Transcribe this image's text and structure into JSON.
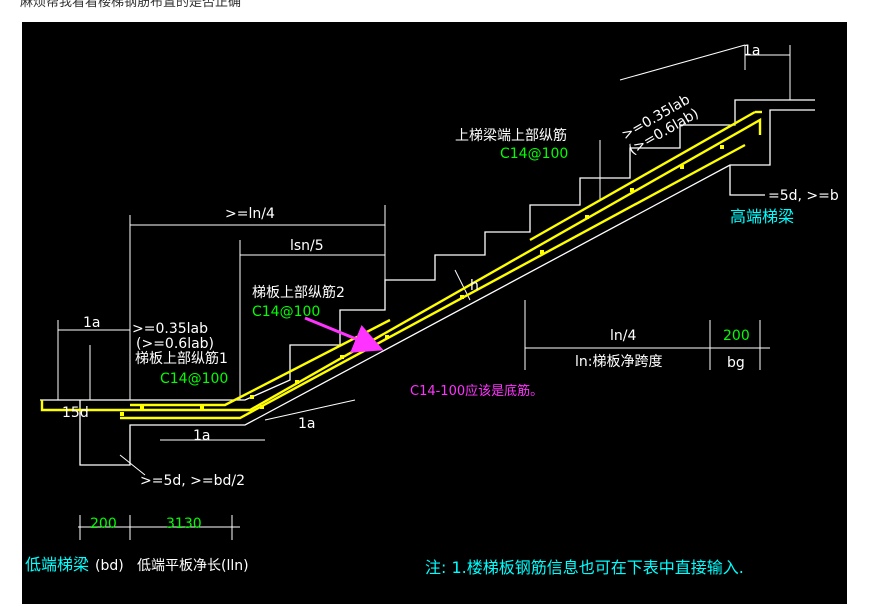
{
  "header": {
    "text": "麻烦帮我看看楼梯钢筋布置的是否正确"
  },
  "labels": {
    "la_top": "1a",
    "anchor_top_1": ">=0.35lab",
    "anchor_top_2": "(>=0.6lab)",
    "upper_beam_rebar": "上梯梁端上部纵筋",
    "upper_beam_spec": "C14@100",
    "high_beam_clear": "=5d, >=b",
    "high_beam": "高端梯梁",
    "ln_quarter_top": ">=ln/4",
    "lsn_fifth": "lsn/5",
    "h": "h",
    "slab_top_rebar2": "梯板上部纵筋2",
    "slab_top_spec2": "C14@100",
    "la_left": "1a",
    "anchor_left_1": ">=0.35lab",
    "anchor_left_2": "(>=0.6lab)",
    "slab_top_rebar1": "梯板上部纵筋1",
    "slab_top_spec1": "C14@100",
    "d15": "15d",
    "la_bottom1": "1a",
    "la_bottom2": "1a",
    "low_clear": ">=5d, >=bd/2",
    "ln_quarter": "ln/4",
    "dim_200_right": "200",
    "ln_span": "ln:梯板净跨度",
    "bg": "bg",
    "dim_200_left": "200",
    "dim_3130": "3130",
    "low_beam": "低端梯梁",
    "bd": "(bd)",
    "low_flat": "低端平板净长(lln)",
    "annotation": "C14-100应该是底筋。",
    "note": "注: 1.楼梯板钢筋信息也可在下表中直接输入."
  }
}
